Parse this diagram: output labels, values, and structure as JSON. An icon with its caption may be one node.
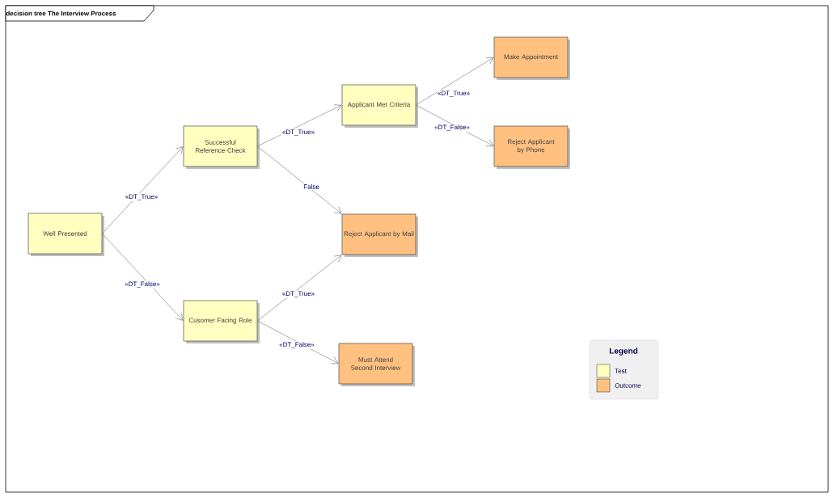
{
  "diagram": {
    "title": "decision tree The Interview Process",
    "nodes": [
      {
        "text": [
          "Well Presented"
        ]
      },
      {
        "text": [
          "Successful Reference Check"
        ]
      },
      {
        "text": [
          "Cusomer Facing Role"
        ]
      },
      {
        "text": [
          "Applicant Met Criteria"
        ]
      },
      {
        "text": [
          "Reject Applicant by Mail"
        ]
      },
      {
        "text": [
          "Must Attend Second Interview"
        ]
      },
      {
        "text": [
          "Make Appointment"
        ]
      },
      {
        "text": [
          "Reject Applicant by Phone"
        ]
      }
    ],
    "edges": [
      {
        "from": 0,
        "to": 1,
        "arrow": "to",
        "label": "«DT_True»"
      },
      {
        "from": 0,
        "to": 2,
        "arrow": "to",
        "label": "«DT_False»"
      },
      {
        "from": 1,
        "to": 3,
        "arrow": "to",
        "label": "«DT_True»"
      },
      {
        "from": 1,
        "to": 4,
        "arrow": "to",
        "label": "False"
      },
      {
        "from": 2,
        "to": 4,
        "arrow": "to",
        "label": "«DT_True»"
      },
      {
        "from": 2,
        "to": 5,
        "arrow": "to",
        "label": "«DT_False»"
      },
      {
        "from": 3,
        "to": 6,
        "arrow": "to",
        "label": "«DT_True»"
      },
      {
        "from": 3,
        "to": 7,
        "arrow": "to",
        "label": "«DT_False»"
      }
    ],
    "labels": [
      "Legend"
    ],
    "legend": [
      {
        "text": "Test",
        "color": "#ffffc0"
      },
      {
        "text": "Outcome",
        "color": "#ffc080"
      }
    ]
  }
}
